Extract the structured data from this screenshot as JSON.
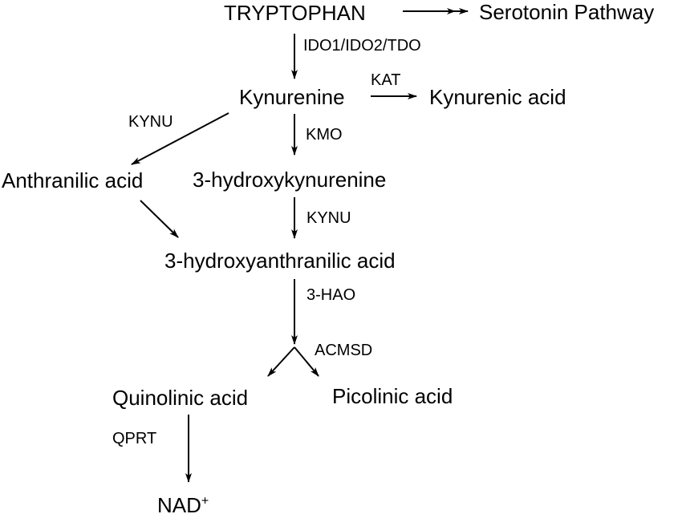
{
  "nodes": {
    "tryptophan": "TRYPTOPHAN",
    "serotonin_pathway": "Serotonin Pathway",
    "kynurenine": "Kynurenine",
    "kynurenic_acid": "Kynurenic acid",
    "anthranilic_acid": "Anthranilic acid",
    "hydroxykynurenine": "3-hydroxykynurenine",
    "hydroxyanthranilic_acid": "3-hydroxyanthranilic acid",
    "quinolinic_acid": "Quinolinic acid",
    "picolinic_acid": "Picolinic acid",
    "nad": "NAD",
    "nad_charge": "+"
  },
  "enzymes": {
    "ido_tdo": "IDO1/IDO2/TDO",
    "kat": "KAT",
    "kynu_left": "KYNU",
    "kmo": "KMO",
    "kynu_center": "KYNU",
    "hao": "3-HAO",
    "acmsd": "ACMSD",
    "qprt": "QPRT"
  },
  "colors": {
    "line": "#000000",
    "background": "#ffffff"
  }
}
